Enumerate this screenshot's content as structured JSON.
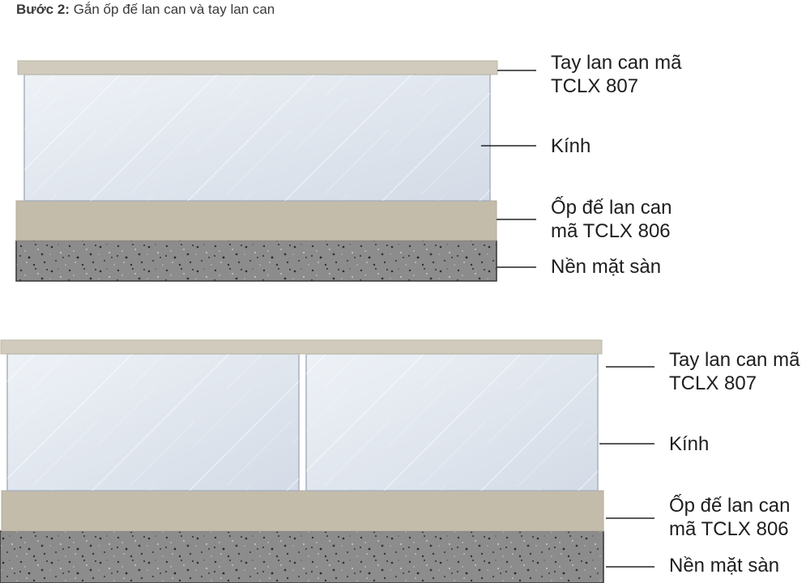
{
  "header": {
    "step_label": "Bước 2:",
    "step_text": "Gắn ốp đế lan can và tay lan can"
  },
  "colors": {
    "handrail": "#d0cbbc",
    "handrail_edge": "#bdb7a6",
    "glass_top": "#eef2f7",
    "glass_bottom": "#d6dde7",
    "glass_edge": "#a7b2bf",
    "base_cover": "#c3bcaa",
    "floor": "#8a8a8a",
    "leader_line": "#222222"
  },
  "diagrams": [
    {
      "panes": 1,
      "labels": {
        "handrail": [
          "Tay lan can mã",
          "TCLX 807"
        ],
        "glass": [
          "Kính"
        ],
        "base_cover": [
          "Ốp đế lan can",
          "mã TCLX 806"
        ],
        "floor": [
          "Nền mặt sàn"
        ]
      }
    },
    {
      "panes": 2,
      "labels": {
        "handrail": [
          "Tay lan can mã",
          "TCLX 807"
        ],
        "glass": [
          "Kính"
        ],
        "base_cover": [
          "Ốp đế lan can",
          "mã TCLX 806"
        ],
        "floor": [
          "Nền mặt sàn"
        ]
      }
    }
  ]
}
